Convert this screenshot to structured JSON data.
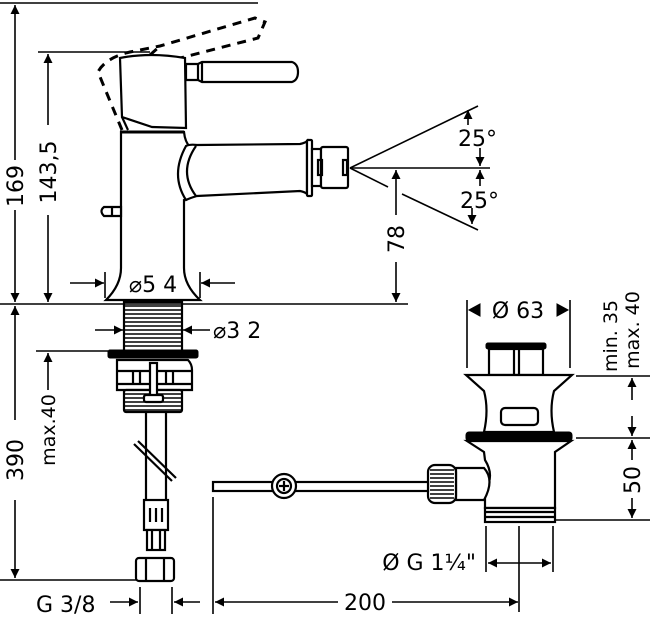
{
  "title": "Bidet mixer with pop-up waste - dimensional drawing",
  "colors": {
    "line": "#000000",
    "background": "#ffffff"
  },
  "dimensions": {
    "overall_height_mixer": "169",
    "lever_height": "143,5",
    "body_diameter": "⌀5 4",
    "spout_height": "78",
    "spray_angle_up": "25°",
    "spray_angle_down": "25°",
    "shank_diameter": "⌀3 2",
    "hose_length": "390",
    "max_deck_thickness": "max.40",
    "connection_thread": "G 3/8",
    "waste_diameter": "Ø 63",
    "waste_stroke_min": "min. 35",
    "waste_stroke_max": "max. 40",
    "waste_depth": "50",
    "waste_thread": "Ø G 1¼\"",
    "rod_length": "200"
  }
}
